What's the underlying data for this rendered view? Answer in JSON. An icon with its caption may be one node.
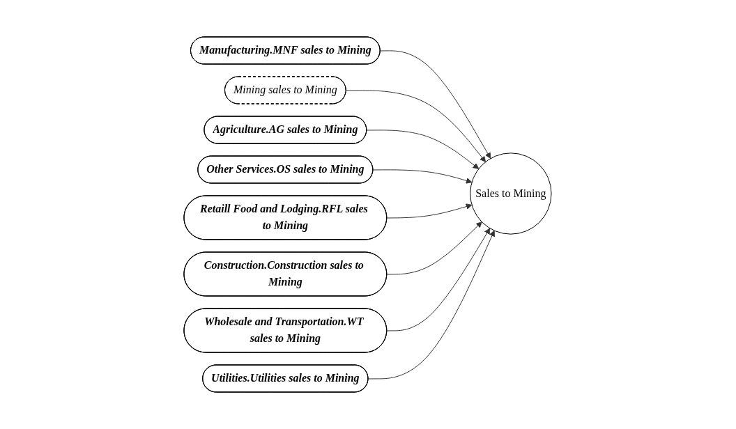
{
  "diagram": {
    "nodes": [
      {
        "text": [
          "Manufacturing.MNF sales to Mining"
        ]
      },
      {
        "text": [
          "Mining sales to Mining"
        ]
      },
      {
        "text": [
          "Agriculture.AG sales to Mining"
        ]
      },
      {
        "text": [
          "Other Services.OS sales to Mining"
        ]
      },
      {
        "text": [
          "Sales to Mining"
        ]
      },
      {
        "text": [
          "Retaill Food and Lodging.RFL sales to Mining"
        ]
      },
      {
        "text": [
          "Construction.Construction sales to Mining"
        ]
      },
      {
        "text": [
          "Wholesale and Transportation.WT sales to Mining"
        ]
      },
      {
        "text": [
          "Utilities.Utilities sales to Mining"
        ]
      }
    ],
    "edges": [
      {
        "from": 0,
        "to": 4,
        "arrow": "to"
      },
      {
        "from": 1,
        "to": 4,
        "arrow": "to"
      },
      {
        "from": 2,
        "to": 4,
        "arrow": "to"
      },
      {
        "from": 3,
        "to": 4,
        "arrow": "to"
      },
      {
        "from": 5,
        "to": 4,
        "arrow": "to"
      },
      {
        "from": 6,
        "to": 4,
        "arrow": "to"
      },
      {
        "from": 7,
        "to": 4,
        "arrow": "to"
      },
      {
        "from": 8,
        "to": 4,
        "arrow": "to"
      }
    ]
  }
}
